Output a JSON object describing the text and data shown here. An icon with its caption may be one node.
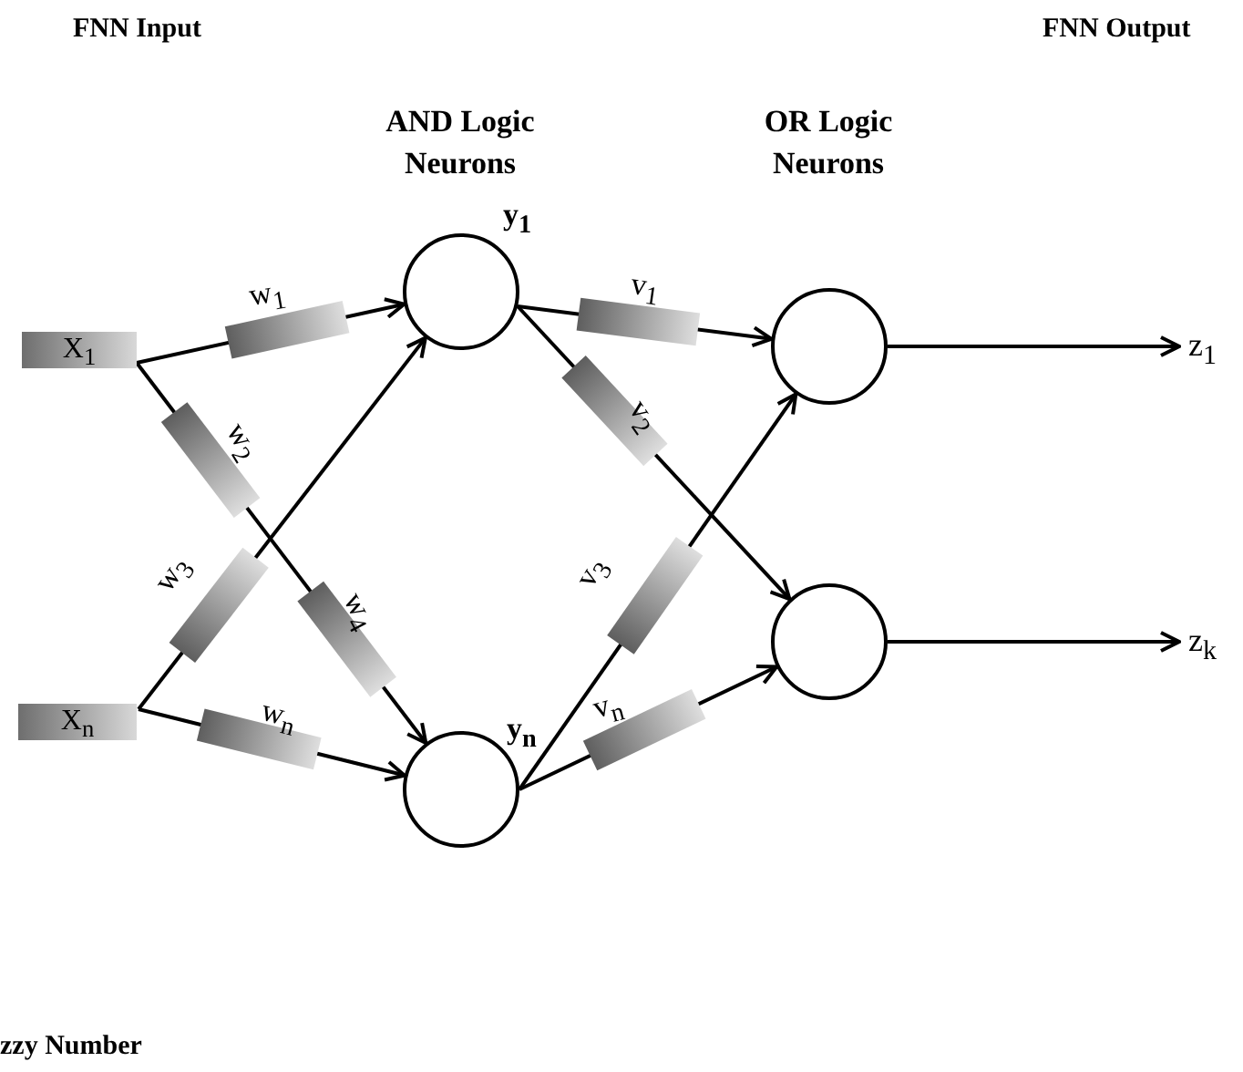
{
  "diagram": {
    "nodes": [
      {
        "text": [
          "X$_{1}$"
        ]
      },
      {
        "text": [
          "X$_{n}$"
        ]
      },
      {
        "text": [],
        "shape": "circle",
        "beside": [
          "y$_{1}$"
        ]
      },
      {
        "text": [],
        "shape": "circle",
        "beside": [
          "y$_{n}$"
        ]
      },
      {
        "text": [],
        "shape": "circle"
      },
      {
        "text": [],
        "shape": "circle"
      },
      {
        "text": [
          "z$_{1}$"
        ]
      },
      {
        "text": [
          "z$_{k}$"
        ]
      }
    ],
    "edges": [
      {
        "from": 0,
        "to": 2,
        "arrow": "to",
        "label": "w$_{1}$"
      },
      {
        "from": 0,
        "to": 3,
        "arrow": "to",
        "label": "w$_{2}$"
      },
      {
        "from": 1,
        "to": 2,
        "arrow": "to",
        "label": "w$_{3}$"
      },
      {
        "from": 1,
        "to": 3,
        "arrow": "to",
        "label": "w$_{n}$"
      },
      {
        "from": 2,
        "to": 4,
        "arrow": "to",
        "label": "v$_{1}$"
      },
      {
        "from": 2,
        "to": 5,
        "arrow": "to",
        "label": "v$_{2}$"
      },
      {
        "from": 3,
        "to": 4,
        "arrow": "to",
        "label": "v$_{3}$"
      },
      {
        "from": 3,
        "to": 5,
        "arrow": "to",
        "label": "v$_{n}$"
      },
      {
        "from": 4,
        "to": 6,
        "arrow": "to"
      },
      {
        "from": 5,
        "to": 7,
        "arrow": "to"
      }
    ],
    "labels": [
      "FNN Input",
      "FNN Output",
      "AND Logic Neurons",
      "OR Logic Neurons",
      "w$_{4}$",
      "zzy Number"
    ]
  }
}
